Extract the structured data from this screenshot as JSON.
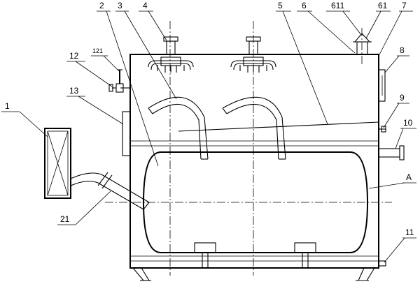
{
  "figure": {
    "callouts": [
      {
        "id": "c1",
        "text": "1"
      },
      {
        "id": "c2",
        "text": "2"
      },
      {
        "id": "c3",
        "text": "3"
      },
      {
        "id": "c4",
        "text": "4"
      },
      {
        "id": "c5",
        "text": "5"
      },
      {
        "id": "c6",
        "text": "6"
      },
      {
        "id": "c611",
        "text": "611"
      },
      {
        "id": "c61",
        "text": "61"
      },
      {
        "id": "c7",
        "text": "7"
      },
      {
        "id": "c8",
        "text": "8"
      },
      {
        "id": "c9",
        "text": "9"
      },
      {
        "id": "c10",
        "text": "10"
      },
      {
        "id": "c11",
        "text": "11"
      },
      {
        "id": "c12",
        "text": "12"
      },
      {
        "id": "c121",
        "text": "121"
      },
      {
        "id": "c13",
        "text": "13"
      },
      {
        "id": "c21",
        "text": "21"
      },
      {
        "id": "cA",
        "text": "A"
      }
    ]
  }
}
